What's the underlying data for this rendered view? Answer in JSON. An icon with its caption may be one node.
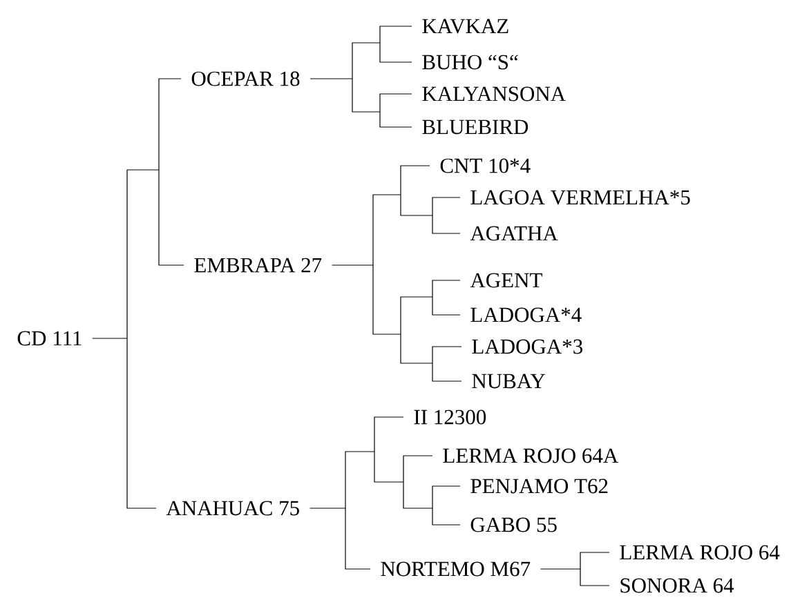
{
  "diagram": {
    "nodes": [
      {
        "text": [
          "CD 111"
        ]
      },
      {
        "text": [
          "OCEPAR 18"
        ]
      },
      {
        "text": [
          "KAVKAZ"
        ]
      },
      {
        "text": [
          "BUHO “S“"
        ]
      },
      {
        "text": [
          "KALYANSONA"
        ]
      },
      {
        "text": [
          "BLUEBIRD"
        ]
      },
      {
        "text": [
          "EMBRAPA 27"
        ]
      },
      {
        "text": [
          "CNT 10*4"
        ]
      },
      {
        "text": [
          "LAGOA VERMELHA*5"
        ]
      },
      {
        "text": [
          "AGATHA"
        ]
      },
      {
        "text": [
          "AGENT"
        ]
      },
      {
        "text": [
          "LADOGA*4"
        ]
      },
      {
        "text": [
          "LADOGA*3"
        ]
      },
      {
        "text": [
          "NUBAY"
        ]
      },
      {
        "text": [
          "ANAHUAC 75"
        ]
      },
      {
        "text": [
          "II 12300"
        ]
      },
      {
        "text": [
          "LERMA ROJO 64A"
        ]
      },
      {
        "text": [
          "PENJAMO T62"
        ]
      },
      {
        "text": [
          "GABO 55"
        ]
      },
      {
        "text": [
          "NORTEMO M67"
        ]
      },
      {
        "text": [
          "LERMA ROJO 64"
        ]
      },
      {
        "text": [
          "SONORA 64"
        ]
      }
    ],
    "edges": [
      {
        "from": 0,
        "to": 1,
        "arrow": "none"
      },
      {
        "from": 0,
        "to": 6,
        "arrow": "none"
      },
      {
        "from": 0,
        "to": 14,
        "arrow": "none"
      },
      {
        "from": 1,
        "to": 2,
        "arrow": "none"
      },
      {
        "from": 1,
        "to": 3,
        "arrow": "none"
      },
      {
        "from": 1,
        "to": 4,
        "arrow": "none"
      },
      {
        "from": 1,
        "to": 5,
        "arrow": "none"
      },
      {
        "from": 6,
        "to": 7,
        "arrow": "none"
      },
      {
        "from": 6,
        "to": 8,
        "arrow": "none"
      },
      {
        "from": 6,
        "to": 9,
        "arrow": "none"
      },
      {
        "from": 6,
        "to": 10,
        "arrow": "none"
      },
      {
        "from": 6,
        "to": 11,
        "arrow": "none"
      },
      {
        "from": 6,
        "to": 12,
        "arrow": "none"
      },
      {
        "from": 6,
        "to": 13,
        "arrow": "none"
      },
      {
        "from": 14,
        "to": 15,
        "arrow": "none"
      },
      {
        "from": 14,
        "to": 16,
        "arrow": "none"
      },
      {
        "from": 14,
        "to": 17,
        "arrow": "none"
      },
      {
        "from": 14,
        "to": 18,
        "arrow": "none"
      },
      {
        "from": 14,
        "to": 19,
        "arrow": "none"
      },
      {
        "from": 19,
        "to": 20,
        "arrow": "none"
      },
      {
        "from": 19,
        "to": 21,
        "arrow": "none"
      }
    ]
  }
}
